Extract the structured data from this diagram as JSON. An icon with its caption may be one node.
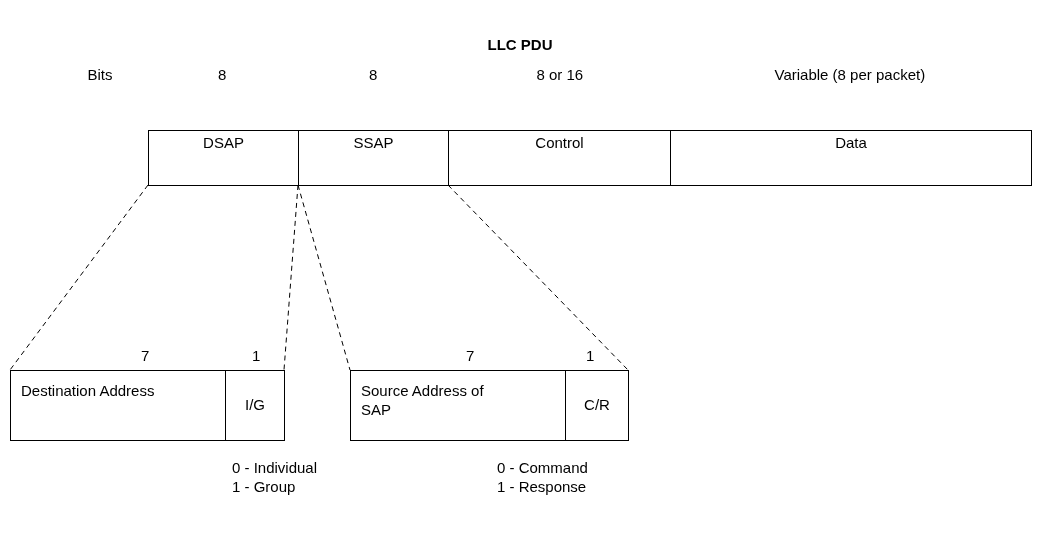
{
  "diagram": {
    "title": "LLC PDU",
    "nodes": [
      {
        "text": [
          "DSAP"
        ]
      },
      {
        "text": [
          "SSAP"
        ]
      },
      {
        "text": [
          "Control"
        ]
      },
      {
        "text": [
          "Data"
        ]
      },
      {
        "text": [
          "Destination Address"
        ]
      },
      {
        "text": [
          "I/G"
        ]
      },
      {
        "text": [
          "Source Address of SAP"
        ]
      },
      {
        "text": [
          "C/R"
        ]
      }
    ],
    "edges": [
      {
        "from": 0,
        "to": 4,
        "arrow": "none",
        "style": "dashed"
      },
      {
        "from": 0,
        "to": 5,
        "arrow": "none",
        "style": "dashed"
      },
      {
        "from": 1,
        "to": 6,
        "arrow": "none",
        "style": "dashed"
      },
      {
        "from": 1,
        "to": 7,
        "arrow": "none",
        "style": "dashed"
      }
    ],
    "labels": [
      "Bits",
      "8",
      "8",
      "8 or 16",
      "Variable (8 per packet)",
      "7",
      "1",
      "7",
      "1",
      "0 - Individual",
      "1 - Group",
      "0 - Command",
      "1 - Response"
    ]
  }
}
